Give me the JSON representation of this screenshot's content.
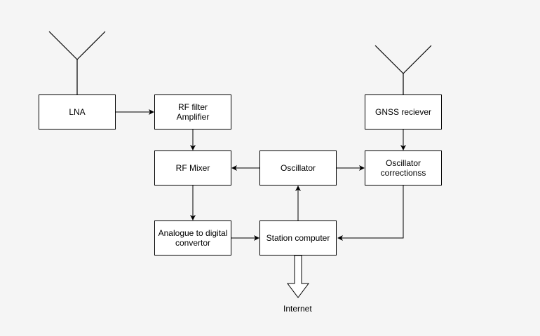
{
  "blocks": {
    "lna": "LNA",
    "rf_filter": "RF filter\nAmplifier",
    "gnss": "GNSS reciever",
    "rf_mixer": "RF Mixer",
    "oscillator": "Oscillator",
    "osc_corrections": "Oscillator\ncorrectionss",
    "adc": "Analogue to digital\nconvertor",
    "station_computer": "Station computer"
  },
  "output_label": "Internet",
  "colors": {
    "background": "#f5f5f5",
    "stroke": "#000000",
    "block_fill": "#ffffff"
  },
  "icons": {
    "antenna": "antenna-icon",
    "output": "hollow-down-arrow-icon"
  }
}
